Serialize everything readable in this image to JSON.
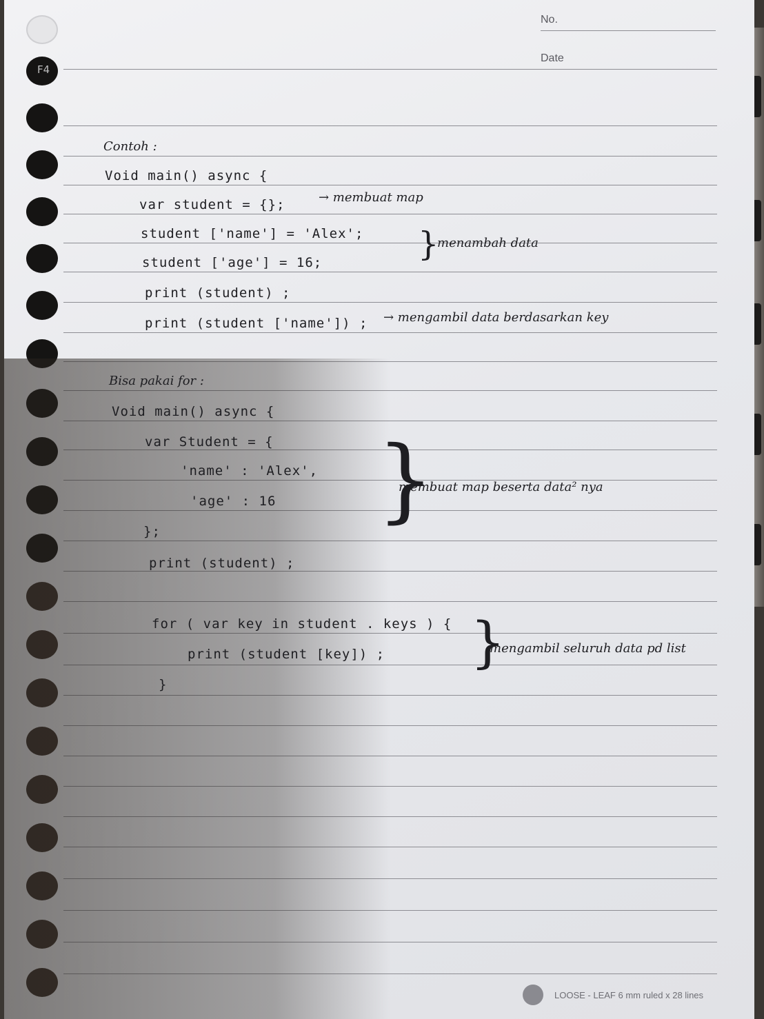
{
  "header": {
    "tab_label": "F4",
    "no_label": "No.",
    "date_label": "Date"
  },
  "section1": {
    "heading": "Contoh :",
    "lines": [
      "Void main() async {",
      "var student = {};",
      "student ['name'] = 'Alex';",
      "student ['age'] = 16;",
      "print (student) ;",
      "print (student ['name']) ;"
    ],
    "notes": {
      "make_map": "→ membuat map",
      "add_data": "menambah data",
      "get_by_key": "→ mengambil data berdasarkan key"
    }
  },
  "section2": {
    "heading": "Bisa pakai for :",
    "lines": [
      "Void main() async {",
      "var Student = {",
      "'name' : 'Alex',",
      "'age' : 16",
      "};",
      "print (student) ;",
      "for ( var key in student . keys ) {",
      "print (student [key]) ;",
      "}"
    ],
    "notes": {
      "map_with_data": "membuat map beserta data² nya",
      "get_all_list": "mengambil seluruh data pd list"
    }
  },
  "footer": {
    "text": "LOOSE - LEAF 6 mm ruled x 28 lines"
  }
}
